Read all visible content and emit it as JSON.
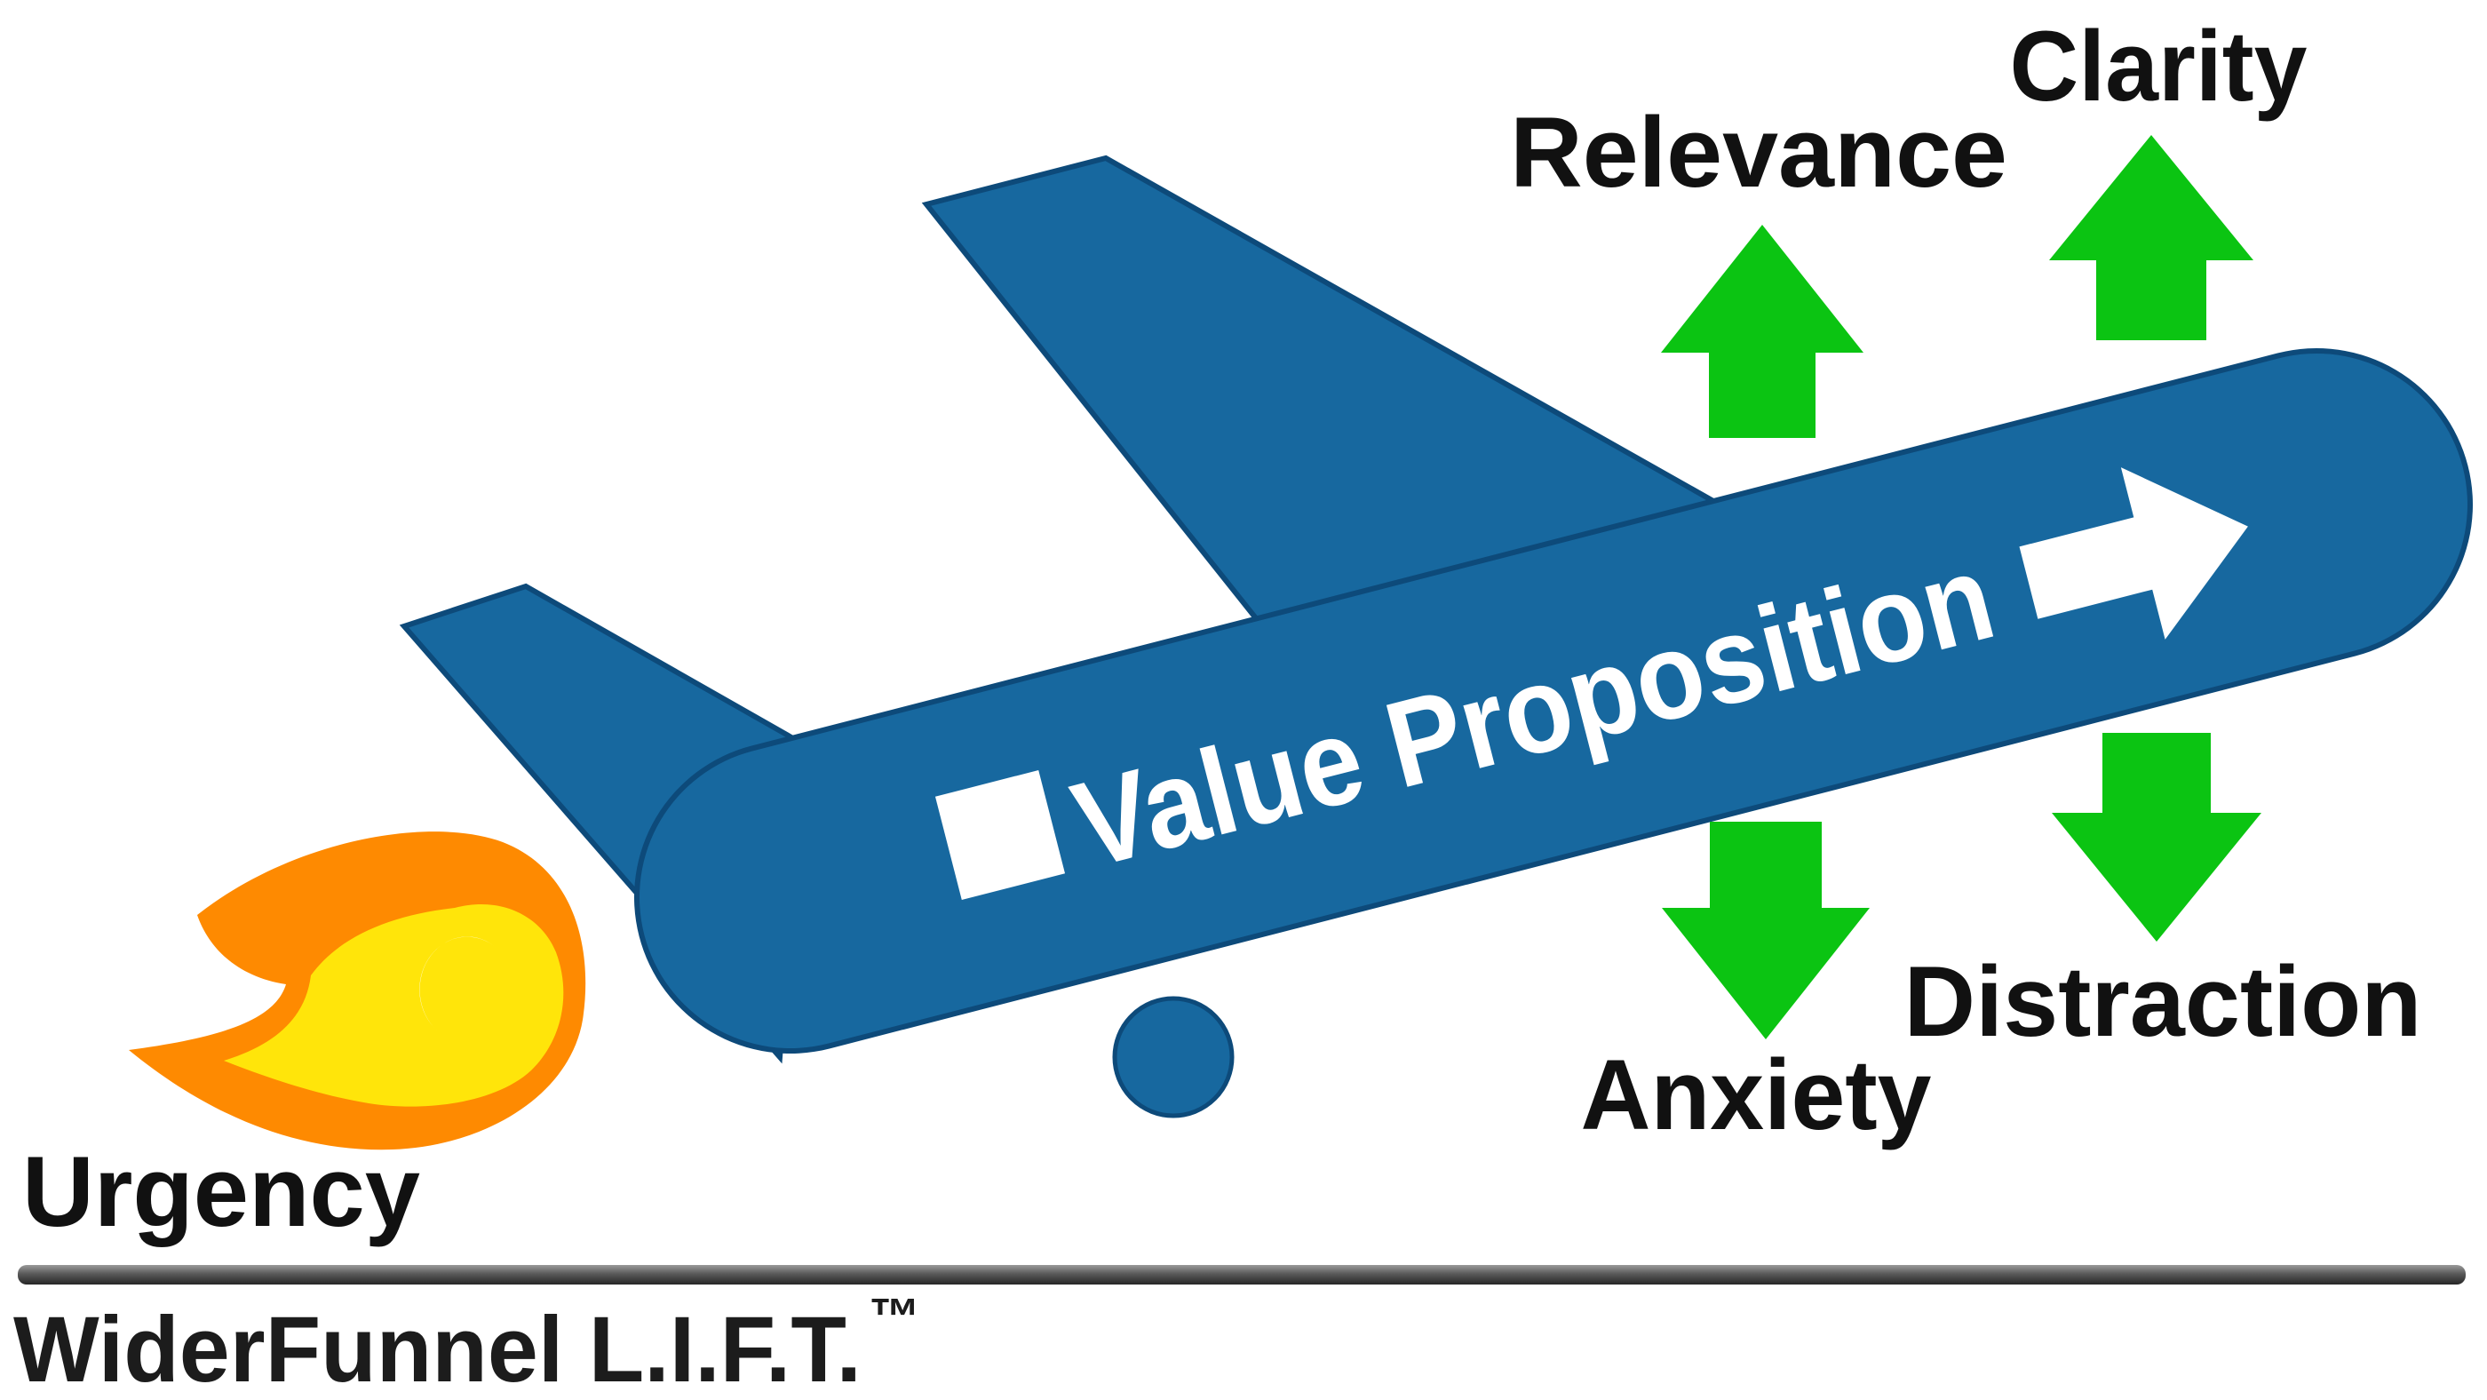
{
  "diagram": {
    "name": "lift-model-diagram",
    "plane": {
      "fuselage_label": "Value Proposition",
      "window_icon": "square-window",
      "nose_icon": "right-arrow"
    },
    "factors": {
      "urgency": {
        "label": "Urgency",
        "symbol": "flame",
        "role": "engine"
      },
      "relevance": {
        "label": "Relevance",
        "direction": "up"
      },
      "clarity": {
        "label": "Clarity",
        "direction": "up"
      },
      "anxiety": {
        "label": "Anxiety",
        "direction": "down"
      },
      "distraction": {
        "label": "Distraction",
        "direction": "down"
      }
    },
    "footer": {
      "brand": "WiderFunnel L.I.F.T.",
      "trademark": "™"
    },
    "colors": {
      "plane_blue": "#17689f",
      "plane_outline": "#0d4a7a",
      "arrow_green": "#0bc412",
      "flame_orange": "#fe8a01",
      "flame_yellow": "#ffe50a",
      "label_black": "#111111",
      "divider_gray": "#555555",
      "background": "#ffffff"
    }
  }
}
